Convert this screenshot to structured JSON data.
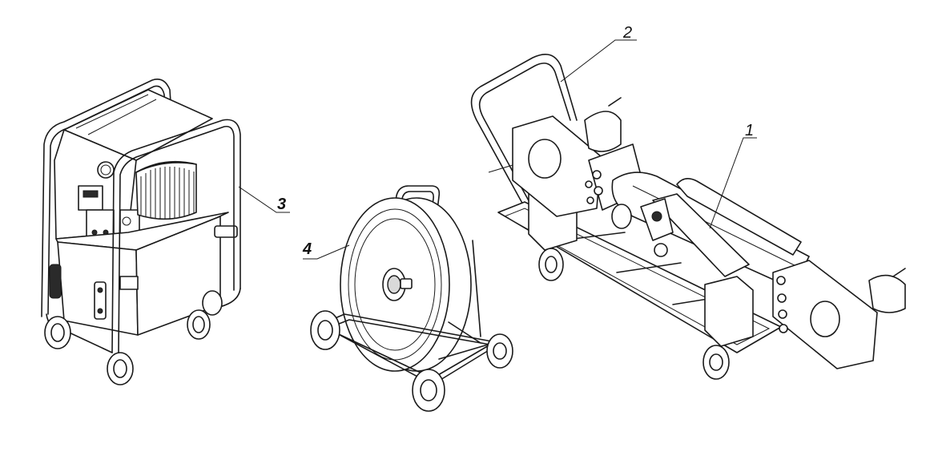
{
  "callouts": [
    {
      "id": "1",
      "text": "1"
    },
    {
      "id": "2",
      "text": "2"
    },
    {
      "id": "3",
      "text": "3"
    },
    {
      "id": "4",
      "text": "4"
    }
  ],
  "figure": {
    "items": [
      {
        "callout": "3",
        "depicts": "hydraulic-pump-station-on-wheeled-frame"
      },
      {
        "callout": "4",
        "depicts": "hose-reel-on-wheeled-stand"
      },
      {
        "callout": "1",
        "depicts": "hydraulic-cylinder-assembly"
      },
      {
        "callout": "2",
        "depicts": "wheeled-transport-frame-with-handle"
      }
    ],
    "colors": {
      "line": "#1a1a1a",
      "background": "#ffffff",
      "shade": "#d9d9d9"
    }
  }
}
